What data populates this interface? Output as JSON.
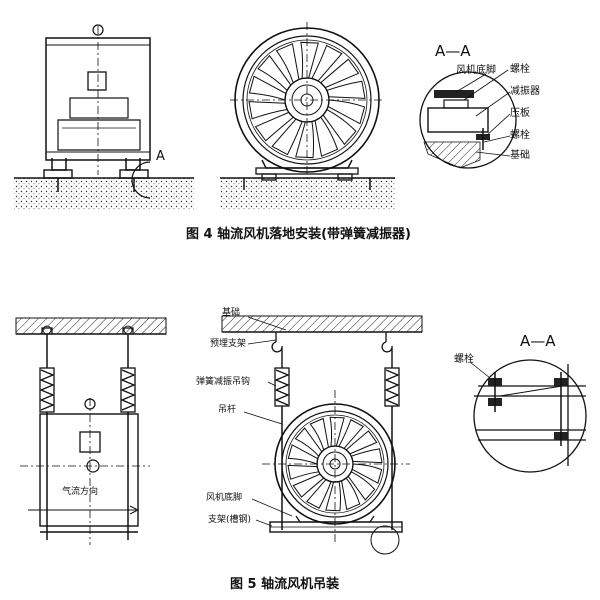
{
  "figure4": {
    "caption": "图 4  轴流风机落地安装(带弹簧减振器)",
    "marker_A": "A",
    "section_title": "A—A",
    "callouts": [
      "风机底脚",
      "螺栓",
      "减振器",
      "压板",
      "螺栓",
      "基础"
    ]
  },
  "figure5": {
    "caption": "图 5  轴流风机吊装",
    "airflow_label": "气流方向",
    "section_title": "A—A",
    "callouts_left": [
      "基础",
      "预埋支架",
      "弹簧减振吊钩",
      "吊杆",
      "风机底脚",
      "支架(槽钢)"
    ],
    "callout_bolt": "螺栓"
  }
}
